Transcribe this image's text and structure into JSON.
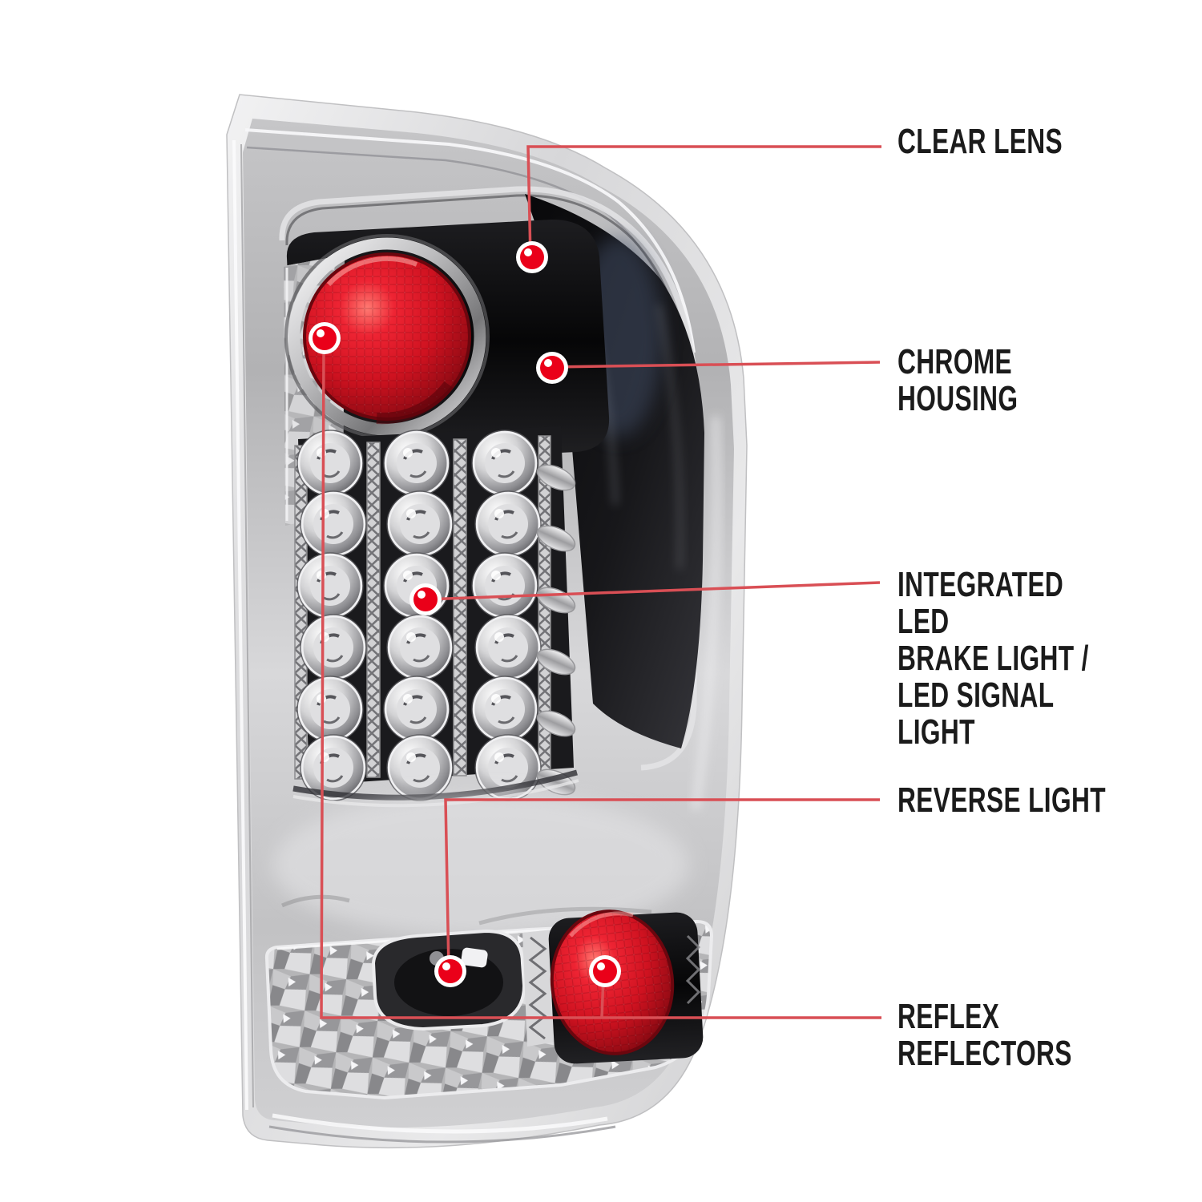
{
  "figure": {
    "type": "product-callout-diagram",
    "subject": "chrome-led-tail-light"
  },
  "colors": {
    "background": "#ffffff",
    "callout_dot": "#ea0019",
    "callout_line": "#d94f55",
    "label_text": "#1b1b1b",
    "reflector_red": "#cf1220",
    "chrome_silver": "#b9b9bb",
    "housing_dark": "#141416"
  },
  "callouts": [
    {
      "id": "clear-lens",
      "label": "CLEAR LENS"
    },
    {
      "id": "chrome-housing",
      "label": "CHROME HOUSING"
    },
    {
      "id": "integrated-led",
      "label": "INTEGRATED LED\nBRAKE LIGHT /\nLED SIGNAL LIGHT"
    },
    {
      "id": "reverse-light",
      "label": "REVERSE LIGHT"
    },
    {
      "id": "reflex-reflectors",
      "label": "REFLEX REFLECTORS"
    }
  ]
}
